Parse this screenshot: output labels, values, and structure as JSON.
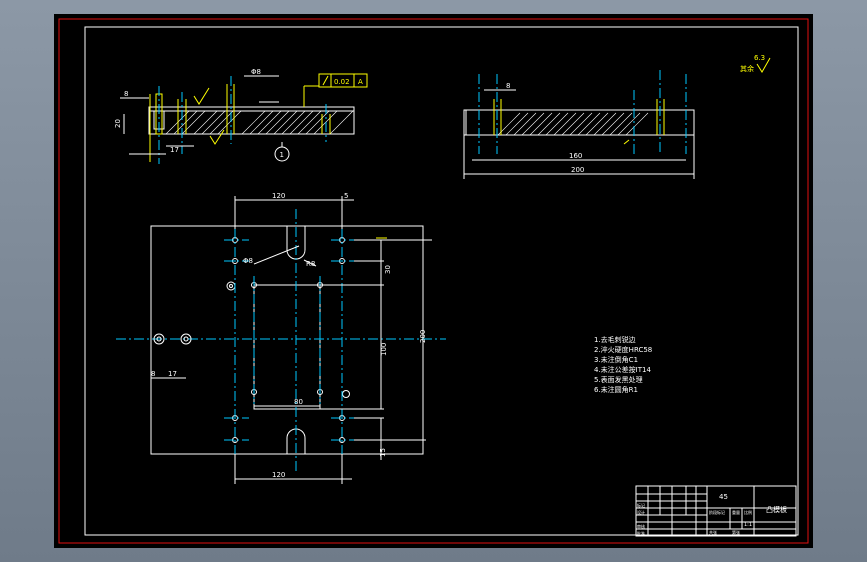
{
  "drawing": {
    "title_block": {
      "name": "凸模板",
      "scale": "1:1",
      "material": "45",
      "rows": [
        "标记",
        "处数",
        "分区",
        "更改文件号",
        "签名",
        "年月日",
        "设计",
        "标准化",
        "审核",
        "工艺",
        "批准",
        "阶段标记",
        "重量",
        "比例",
        "共张",
        "第张"
      ]
    },
    "notes": {
      "items": [
        "1.去毛刺锐边",
        "2.淬火硬度HRC58",
        "3.未注倒角C1",
        "4.未注公差按IT14",
        "5.表面发黑处理",
        "6.未注圆角R1"
      ]
    },
    "dims": {
      "top_width": "120",
      "right_small": "5",
      "bottom_width": "120",
      "height_main": "200",
      "inner_width": "80",
      "bottom_inner": "100",
      "left_offset": "17",
      "section_overall": "200",
      "section_inner": "160",
      "slot": "R8",
      "hole": "Φ8",
      "roughness": "其余",
      "roughness_val": "6.3"
    },
    "ballon": "1",
    "colors": {
      "background": "#000000",
      "border_red": "#e01010",
      "geometry": "#ffffff",
      "dimension": "#ffff00",
      "centerline": "#00c8ff",
      "hidden": "#00ff00"
    }
  }
}
